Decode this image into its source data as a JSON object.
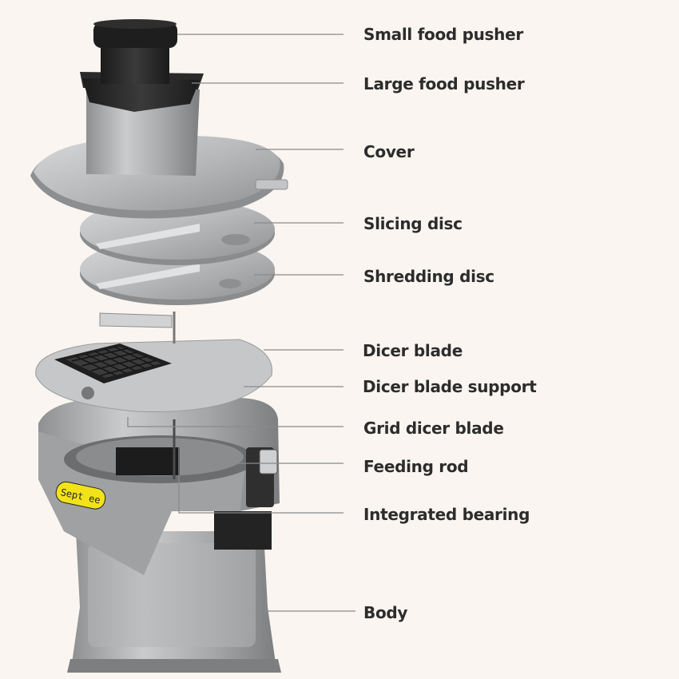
{
  "brand_badge": "Sept ee",
  "callouts": {
    "small_food_pusher": "Small food pusher",
    "large_food_pusher": "Large food pusher",
    "cover": "Cover",
    "slicing_disc": "Slicing disc",
    "shredding_disc": "Shredding disc",
    "dicer_blade": "Dicer blade",
    "dicer_blade_support": "Dicer blade support",
    "grid_dicer_blade": "Grid dicer blade",
    "feeding_rod": "Feeding rod",
    "integrated_bearing": "Integrated bearing",
    "body": "Body"
  },
  "colors": {
    "background": "#faf5f0",
    "label_text": "#2c2c2c",
    "leader_line": "#8a8a8a",
    "metal": "#a9abad",
    "dark_plastic": "#2a2a2a",
    "badge_yellow": "#f2e21a"
  }
}
